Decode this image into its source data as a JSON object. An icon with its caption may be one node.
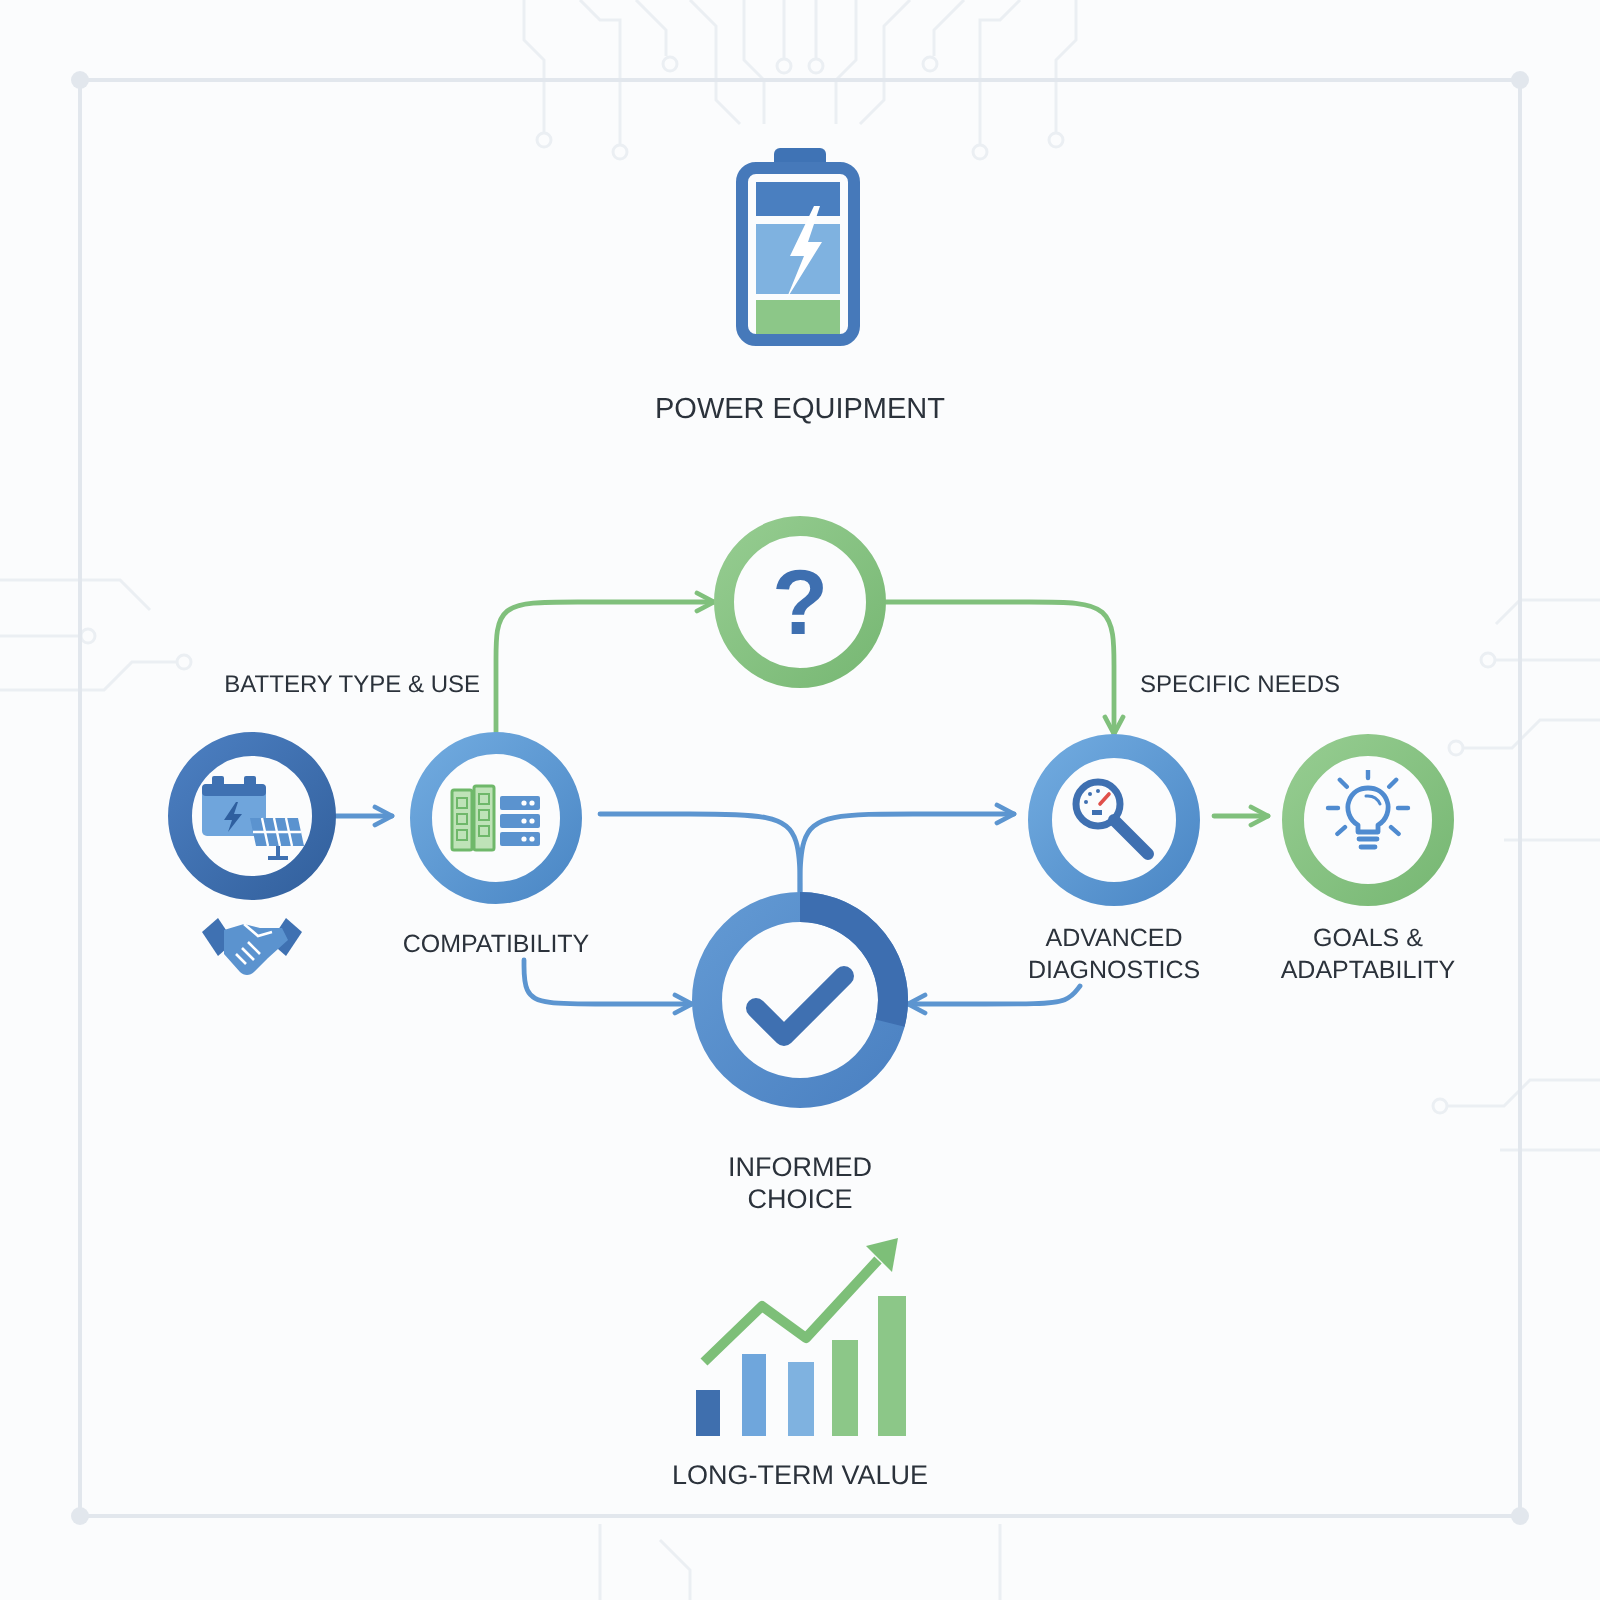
{
  "diagram": {
    "nodes": [
      {
        "text": [
          "?"
        ]
      },
      {
        "text": [],
        "shape": "circle"
      },
      {
        "text": [
          "COMPATIBILITY"
        ]
      },
      {
        "text": [
          "ADVANCED DIAGNOSTICS"
        ]
      },
      {
        "text": [
          "GOALS & ADAPTABILITY"
        ]
      },
      {
        "text": [
          "INFORMED CHOICE"
        ]
      }
    ],
    "edges": [
      {
        "from": 1,
        "to": 2,
        "arrow": "to"
      },
      {
        "from": 2,
        "to": 0,
        "arrow": "to",
        "label": "BATTERY TYPE & USE",
        "color": "#80c07c"
      },
      {
        "from": 0,
        "to": 3,
        "arrow": "to",
        "label": "SPECIFIC NEEDS",
        "color": "#80c07c"
      },
      {
        "from": 2,
        "to": 5,
        "arrow": "none"
      },
      {
        "from": 5,
        "to": 3,
        "arrow": "to"
      },
      {
        "from": 2,
        "to": 5,
        "arrow": "to"
      },
      {
        "from": 3,
        "to": 5,
        "arrow": "to"
      },
      {
        "from": 3,
        "to": 4,
        "arrow": "to",
        "color": "#80c07c"
      }
    ],
    "labels": [
      "POWER EQUIPMENT",
      "LONG-TERM VALUE"
    ]
  }
}
